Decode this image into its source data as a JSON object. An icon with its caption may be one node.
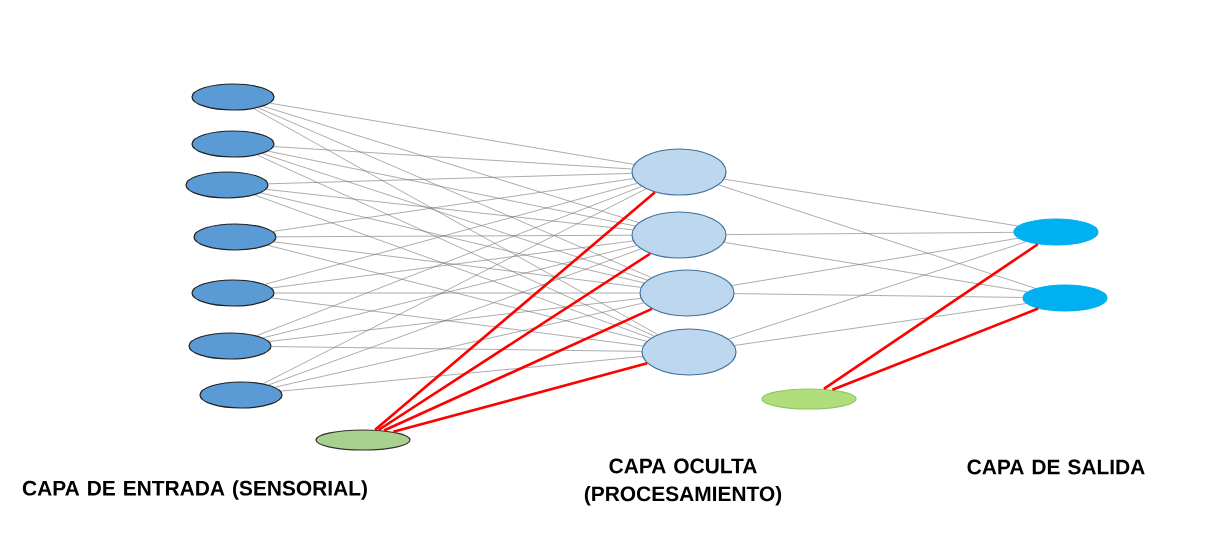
{
  "diagram": {
    "nodes": [
      {
        "text": [],
        "shape": "ellipse"
      },
      {
        "text": [],
        "shape": "ellipse"
      },
      {
        "text": [],
        "shape": "ellipse"
      },
      {
        "text": [],
        "shape": "ellipse"
      },
      {
        "text": [],
        "shape": "ellipse"
      },
      {
        "text": [],
        "shape": "ellipse"
      },
      {
        "text": [],
        "shape": "ellipse"
      },
      {
        "text": [],
        "shape": "ellipse"
      },
      {
        "text": [],
        "shape": "ellipse"
      },
      {
        "text": [],
        "shape": "ellipse"
      },
      {
        "text": [],
        "shape": "ellipse"
      },
      {
        "text": [],
        "shape": "ellipse"
      },
      {
        "text": [],
        "shape": "ellipse"
      },
      {
        "text": [],
        "shape": "ellipse"
      },
      {
        "text": [],
        "shape": "ellipse"
      }
    ],
    "edges": [
      {
        "from": 0,
        "to": 8,
        "arrow": "none"
      },
      {
        "from": 0,
        "to": 9,
        "arrow": "none"
      },
      {
        "from": 0,
        "to": 10,
        "arrow": "none"
      },
      {
        "from": 0,
        "to": 11,
        "arrow": "none"
      },
      {
        "from": 1,
        "to": 8,
        "arrow": "none"
      },
      {
        "from": 1,
        "to": 9,
        "arrow": "none"
      },
      {
        "from": 1,
        "to": 10,
        "arrow": "none"
      },
      {
        "from": 1,
        "to": 11,
        "arrow": "none"
      },
      {
        "from": 2,
        "to": 8,
        "arrow": "none"
      },
      {
        "from": 2,
        "to": 9,
        "arrow": "none"
      },
      {
        "from": 2,
        "to": 10,
        "arrow": "none"
      },
      {
        "from": 2,
        "to": 11,
        "arrow": "none"
      },
      {
        "from": 3,
        "to": 8,
        "arrow": "none"
      },
      {
        "from": 3,
        "to": 9,
        "arrow": "none"
      },
      {
        "from": 3,
        "to": 10,
        "arrow": "none"
      },
      {
        "from": 3,
        "to": 11,
        "arrow": "none"
      },
      {
        "from": 4,
        "to": 8,
        "arrow": "none"
      },
      {
        "from": 4,
        "to": 9,
        "arrow": "none"
      },
      {
        "from": 4,
        "to": 10,
        "arrow": "none"
      },
      {
        "from": 4,
        "to": 11,
        "arrow": "none"
      },
      {
        "from": 5,
        "to": 8,
        "arrow": "none"
      },
      {
        "from": 5,
        "to": 9,
        "arrow": "none"
      },
      {
        "from": 5,
        "to": 10,
        "arrow": "none"
      },
      {
        "from": 5,
        "to": 11,
        "arrow": "none"
      },
      {
        "from": 6,
        "to": 8,
        "arrow": "none"
      },
      {
        "from": 6,
        "to": 9,
        "arrow": "none"
      },
      {
        "from": 6,
        "to": 10,
        "arrow": "none"
      },
      {
        "from": 6,
        "to": 11,
        "arrow": "none"
      },
      {
        "from": 7,
        "to": 8,
        "arrow": "none",
        "style": "thick",
        "color": "#ff0000"
      },
      {
        "from": 7,
        "to": 9,
        "arrow": "none",
        "style": "thick",
        "color": "#ff0000"
      },
      {
        "from": 7,
        "to": 10,
        "arrow": "none",
        "style": "thick",
        "color": "#ff0000"
      },
      {
        "from": 7,
        "to": 11,
        "arrow": "none",
        "style": "thick",
        "color": "#ff0000"
      },
      {
        "from": 8,
        "to": 13,
        "arrow": "none"
      },
      {
        "from": 8,
        "to": 14,
        "arrow": "none"
      },
      {
        "from": 9,
        "to": 13,
        "arrow": "none"
      },
      {
        "from": 9,
        "to": 14,
        "arrow": "none"
      },
      {
        "from": 10,
        "to": 13,
        "arrow": "none"
      },
      {
        "from": 10,
        "to": 14,
        "arrow": "none"
      },
      {
        "from": 11,
        "to": 13,
        "arrow": "none"
      },
      {
        "from": 11,
        "to": 14,
        "arrow": "none"
      },
      {
        "from": 12,
        "to": 13,
        "arrow": "none",
        "style": "thick",
        "color": "#ff0000"
      },
      {
        "from": 12,
        "to": 14,
        "arrow": "none",
        "style": "thick",
        "color": "#ff0000"
      }
    ],
    "labels": [
      "CAPA DE ENTRADA (SENSORIAL)",
      "CAPA OCULTA (PROCESAMIENTO)",
      "CAPA DE SALIDA"
    ]
  }
}
